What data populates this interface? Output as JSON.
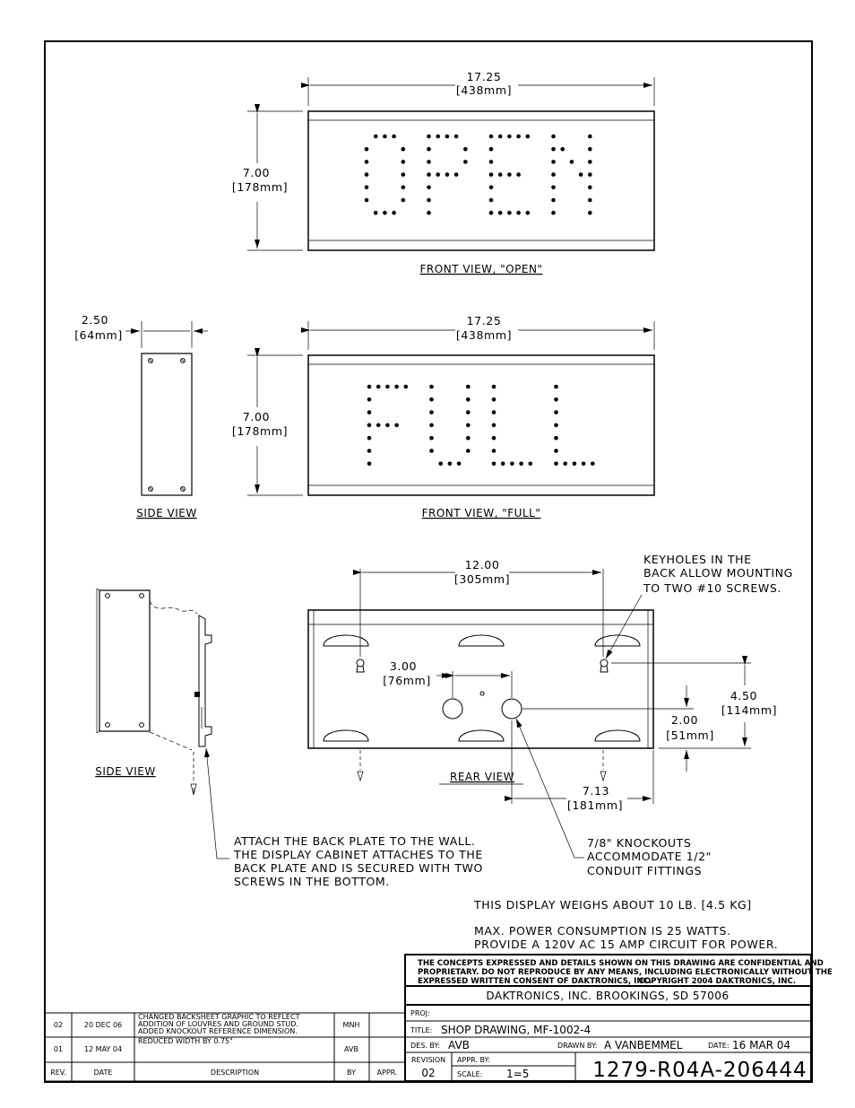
{
  "views": {
    "front_open": {
      "width_dim": "17.25",
      "width_dim_mm": "[438mm]",
      "height_dim": "7.00",
      "height_dim_mm": "[178mm]",
      "label": "FRONT VIEW, \"OPEN\""
    },
    "side": {
      "width_dim": "2.50",
      "width_dim_mm": "[64mm]",
      "label": "SIDE VIEW"
    },
    "front_full": {
      "width_dim": "17.25",
      "width_dim_mm": "[438mm]",
      "height_dim": "7.00",
      "height_dim_mm": "[178mm]",
      "label": "FRONT VIEW, \"FULL\""
    },
    "side_mount": {
      "label": "SIDE VIEW"
    },
    "rear": {
      "label": "REAR VIEW",
      "keyhole_dim": "12.00",
      "keyhole_dim_mm": "[305mm]",
      "knockout_dim": "3.00",
      "knockout_dim_mm": "[76mm]",
      "height_dim": "4.50",
      "height_dim_mm": "[114mm]",
      "bottom_dim": "2.00",
      "bottom_dim_mm": "[51mm]",
      "offset_dim": "7.13",
      "offset_dim_mm": "[181mm]"
    }
  },
  "notes": {
    "keyholes": [
      "KEYHOLES IN THE",
      "BACK ALLOW MOUNTING",
      "TO TWO #10 SCREWS."
    ],
    "attach": [
      "ATTACH THE BACK PLATE TO THE WALL.",
      "THE DISPLAY CABINET ATTACHES TO THE",
      "BACK PLATE AND IS SECURED WITH TWO",
      "SCREWS IN THE BOTTOM."
    ],
    "knockouts": [
      "7/8\" KNOCKOUTS",
      "ACCOMMODATE 1/2\"",
      "CONDUIT FITTINGS"
    ],
    "weight": "THIS DISPLAY WEIGHS ABOUT 10 LB. [4.5 KG]",
    "power": [
      "MAX. POWER CONSUMPTION IS 25 WATTS.",
      "PROVIDE A 120V AC 15 AMP CIRCUIT FOR POWER."
    ]
  },
  "title_block": {
    "confidential": [
      "THE CONCEPTS EXPRESSED AND DETAILS SHOWN ON THIS DRAWING ARE CONFIDENTIAL AND",
      "PROPRIETARY. DO NOT REPRODUCE BY ANY MEANS, INCLUDING ELECTRONICALLY WITHOUT THE",
      "EXPRESSED WRITTEN CONSENT OF DAKTRONICS, INC.",
      "COPYRIGHT 2004 DAKTRONICS, INC."
    ],
    "company": "DAKTRONICS, INC.    BROOKINGS, SD 57006",
    "proj_label": "PROJ:",
    "title_label": "TITLE:",
    "title": "SHOP DRAWING, MF-1002-4",
    "des_by_label": "DES. BY:",
    "des_by": "AVB",
    "drawn_by_label": "DRAWN BY:",
    "drawn_by": "A VANBEMMEL",
    "date_label": "DATE:",
    "date": "16 MAR 04",
    "revision_label": "REVISION",
    "revision": "02",
    "appr_by_label": "APPR. BY:",
    "scale_label": "SCALE:",
    "scale": "1=5",
    "drawing_number": "1279-R04A-206444"
  },
  "revisions": {
    "headers": [
      "REV.",
      "DATE",
      "DESCRIPTION",
      "BY",
      "APPR."
    ],
    "rows": [
      {
        "rev": "02",
        "date": "20 DEC 06",
        "description": [
          "CHANGED BACKSHEET GRAPHIC TO REFLECT",
          "ADDITION OF LOUVRES AND GROUND STUD.",
          "ADDED KNOCKOUT REFERENCE DIMENSION."
        ],
        "by": "MNH",
        "appr": ""
      },
      {
        "rev": "01",
        "date": "12 MAY 04",
        "description": [
          "REDUCED WIDTH BY 0.75\""
        ],
        "by": "AVB",
        "appr": ""
      }
    ]
  }
}
